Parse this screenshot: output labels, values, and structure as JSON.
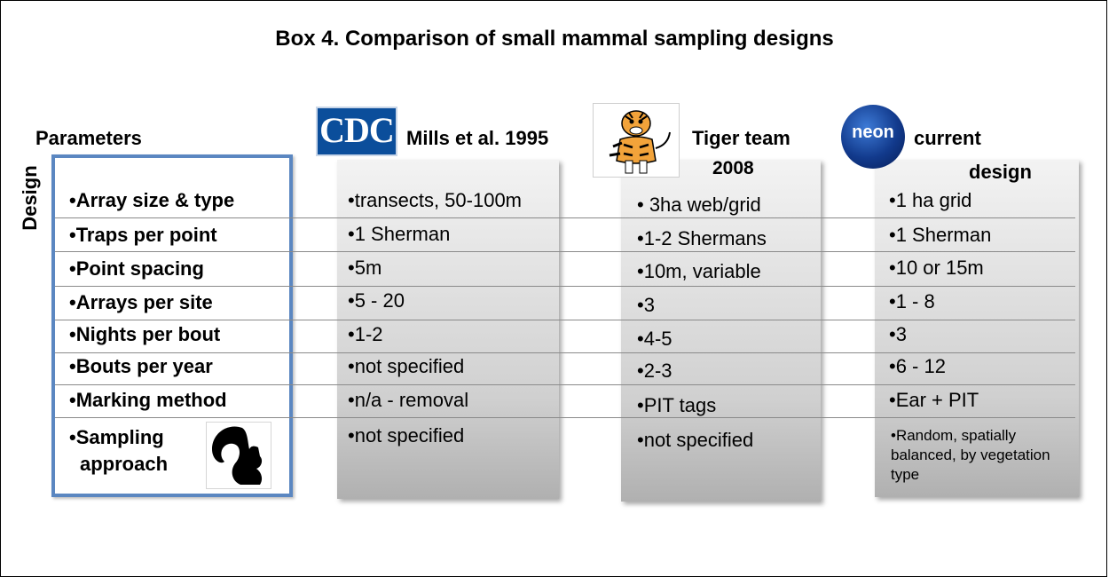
{
  "title": "Box 4. Comparison of small mammal sampling designs",
  "parameters_heading": "Parameters",
  "design_label": "Design",
  "parameters": [
    "•Array size & type",
    "•Traps per point",
    "•Point spacing",
    "•Arrays per site",
    "•Nights per bout",
    "•Bouts per year",
    "•Marking method",
    "•Sampling",
    "approach"
  ],
  "designs": {
    "mills": {
      "logo_text": "CDC",
      "logo_icon": "cdc-logo-icon",
      "header": "Mills et al. 1995",
      "values": [
        "•transects, 50-100m",
        "•1 Sherman",
        "•5m",
        "•5 - 20",
        "•1-2",
        "•not specified",
        "•n/a - removal",
        "•not specified"
      ]
    },
    "tiger": {
      "logo_icon": "tiger-cartoon-icon",
      "header_line1": "Tiger team",
      "header_line2": "2008",
      "values": [
        "• 3ha web/grid",
        "•1-2 Shermans",
        "•10m, variable",
        "•3",
        "•4-5",
        "•2-3",
        "•PIT tags",
        "•not specified"
      ]
    },
    "neon": {
      "logo_text": "neon",
      "logo_icon": "neon-logo-icon",
      "header_line1": "current",
      "header_line2": "design",
      "values": [
        "•1 ha grid",
        "•1 Sherman",
        "•10 or 15m",
        "•1 - 8",
        "•3",
        "•6 - 12",
        "•Ear + PIT",
        "•Random, spatially balanced, by vegetation type"
      ]
    }
  },
  "icons": {
    "squirrel": "squirrel-silhouette-icon"
  },
  "colors": {
    "parameter_box_border": "#5b87c1",
    "cdc_blue": "#0b4e9b",
    "neon_blue": "#123a8c"
  }
}
